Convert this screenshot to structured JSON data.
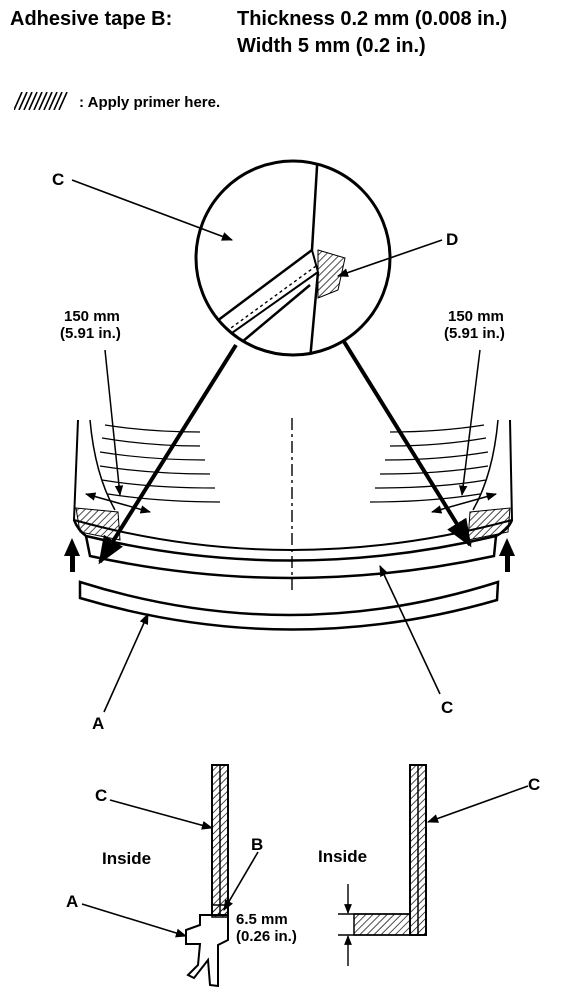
{
  "header": {
    "tape_label": "Adhesive tape B:",
    "thickness": "Thickness 0.2 mm (0.008 in.)",
    "width": "Width 5 mm (0.2 in.)"
  },
  "legend": {
    "text": ": Apply primer here."
  },
  "callouts": {
    "a": "A",
    "b": "B",
    "c": "C",
    "d": "D"
  },
  "dimensions": {
    "left_distance": [
      "150 mm",
      "(5.91 in.)"
    ],
    "right_distance": [
      "150 mm",
      "(5.91 in.)"
    ],
    "tape_height": [
      "6.5 mm",
      "(0.26 in.)"
    ]
  },
  "section": {
    "inside_label": "Inside"
  },
  "colors": {
    "ink": "#000000",
    "paper": "#ffffff"
  }
}
